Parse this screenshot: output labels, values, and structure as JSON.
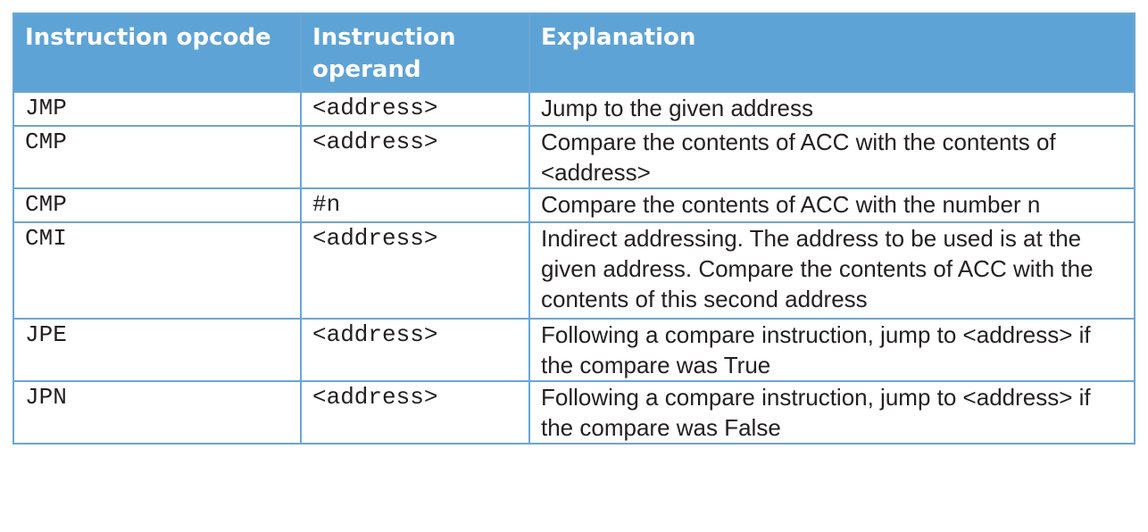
{
  "table": {
    "headers": [
      "Instruction opcode",
      "Instruction operand",
      "Explanation"
    ],
    "rows": [
      {
        "opcode": "JMP",
        "operand": "<address>",
        "explanation": "Jump to the given address"
      },
      {
        "opcode": "CMP",
        "operand": "<address>",
        "explanation": "Compare the contents of ACC  with the contents of <address>"
      },
      {
        "opcode": "CMP",
        "operand": "#n",
        "explanation": "Compare the contents of ACC with the number n"
      },
      {
        "opcode": "CMI",
        "operand": "<address>",
        "explanation": "Indirect addressing. The address to be used is at the given address. Compare the contents of ACC with the contents of this second address"
      },
      {
        "opcode": "JPE",
        "operand": "<address>",
        "explanation": "Following a compare instruction, jump to <address> if the compare was True"
      },
      {
        "opcode": "JPN",
        "operand": "<address>",
        "explanation": "Following a compare instruction, jump to <address> if the compare was False"
      }
    ]
  },
  "colors": {
    "header_bg": "#5ea3d6",
    "border": "#6aa6d6",
    "header_text": "#ffffff",
    "body_text": "#231f20"
  }
}
